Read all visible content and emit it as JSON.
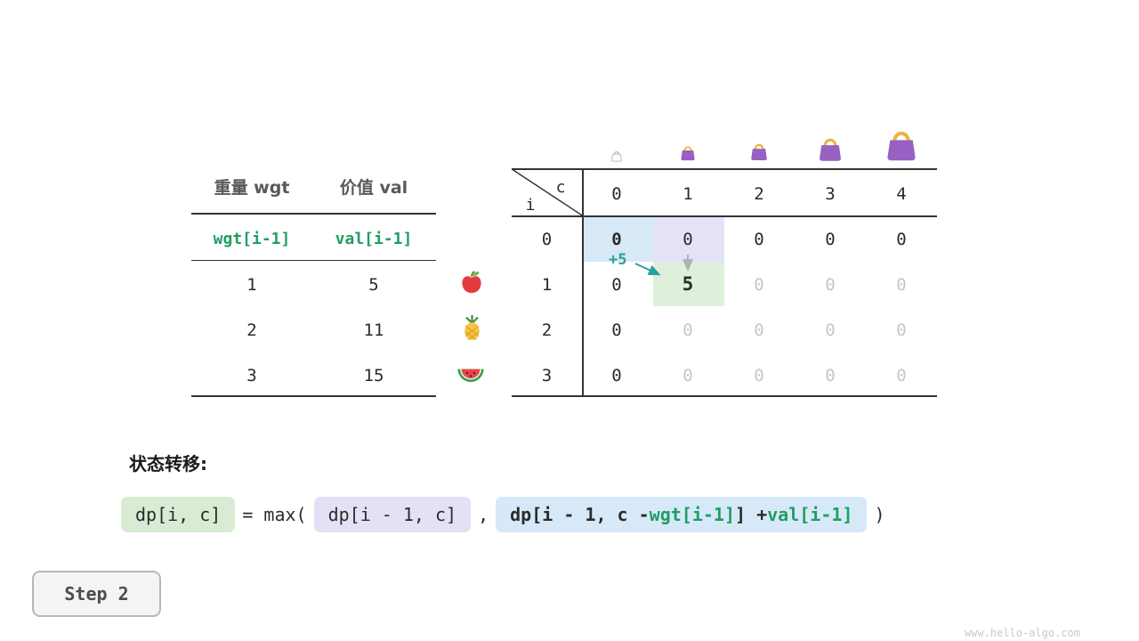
{
  "colors": {
    "green_text": "#1f9e63",
    "teal_accent": "#2aa198",
    "highlight_blue": "#d7e8f6",
    "highlight_purple": "#e4e2f7",
    "highlight_green": "#def0dc",
    "box_green": "#d8ecd4",
    "box_purple": "#e3e1f5",
    "box_blue": "#d7e9f8",
    "dim_text": "#c6c6c6",
    "bag_purple": "#9760c2",
    "bag_handle_gold": "#eeb33f"
  },
  "items_table": {
    "headers": {
      "col1": "重量 wgt",
      "col2": "价值 val"
    },
    "formula_row": {
      "wgt": "wgt[i-1]",
      "val": "val[i-1]"
    },
    "rows": [
      {
        "wgt": "1",
        "val": "5",
        "icon": "apple"
      },
      {
        "wgt": "2",
        "val": "11",
        "icon": "pineapple"
      },
      {
        "wgt": "3",
        "val": "15",
        "icon": "watermelon"
      }
    ]
  },
  "dp_table": {
    "corner": {
      "row_axis": "i",
      "col_axis": "c"
    },
    "col_headers": [
      "0",
      "1",
      "2",
      "3",
      "4"
    ],
    "bag_icons": [
      "bag-empty",
      "bag-small",
      "bag-medium",
      "bag-large",
      "bag-xlarge"
    ],
    "rows": [
      {
        "label": "0",
        "cells": [
          "0",
          "0",
          "0",
          "0",
          "0"
        ]
      },
      {
        "label": "1",
        "cells": [
          "0",
          "5",
          "0",
          "0",
          "0"
        ]
      },
      {
        "label": "2",
        "cells": [
          "0",
          "0",
          "0",
          "0",
          "0"
        ]
      },
      {
        "label": "3",
        "cells": [
          "0",
          "0",
          "0",
          "0",
          "0"
        ]
      }
    ],
    "annotation": "+5"
  },
  "transition": {
    "label": "状态转移:",
    "lhs": "dp[i, c]",
    "operator": "= max(",
    "option1": "dp[i - 1, c]",
    "separator": ",",
    "option2_part1": "dp[i - 1, c - ",
    "option2_wgt": "wgt[i-1]",
    "option2_part2": "] + ",
    "option2_val": "val[i-1]",
    "close_paren": ")"
  },
  "step_badge": "Step 2",
  "watermark": "www.hello-algo.com"
}
